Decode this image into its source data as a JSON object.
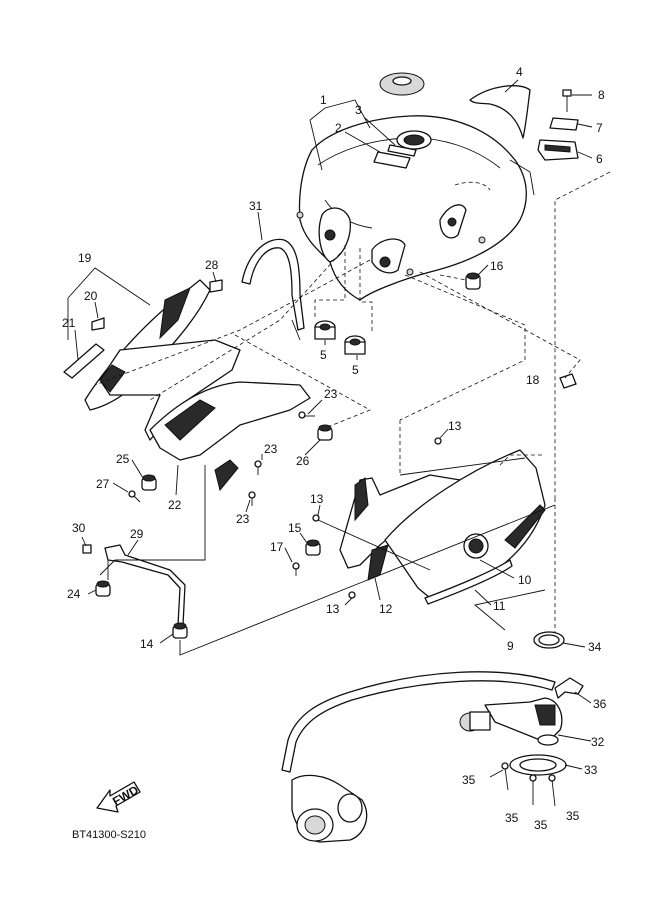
{
  "diagram": {
    "code": "BT41300-S210",
    "fwd_label": "FWD",
    "callouts": [
      {
        "id": "c1",
        "text": "1"
      },
      {
        "id": "c2",
        "text": "2"
      },
      {
        "id": "c3",
        "text": "3"
      },
      {
        "id": "c4",
        "text": "4"
      },
      {
        "id": "c5a",
        "text": "5"
      },
      {
        "id": "c5b",
        "text": "5"
      },
      {
        "id": "c6",
        "text": "6"
      },
      {
        "id": "c7",
        "text": "7"
      },
      {
        "id": "c8",
        "text": "8"
      },
      {
        "id": "c9",
        "text": "9"
      },
      {
        "id": "c10",
        "text": "10"
      },
      {
        "id": "c11",
        "text": "11"
      },
      {
        "id": "c12",
        "text": "12"
      },
      {
        "id": "c13a",
        "text": "13"
      },
      {
        "id": "c13b",
        "text": "13"
      },
      {
        "id": "c13c",
        "text": "13"
      },
      {
        "id": "c14",
        "text": "14"
      },
      {
        "id": "c15",
        "text": "15"
      },
      {
        "id": "c16",
        "text": "16"
      },
      {
        "id": "c17",
        "text": "17"
      },
      {
        "id": "c18",
        "text": "18"
      },
      {
        "id": "c19",
        "text": "19"
      },
      {
        "id": "c20",
        "text": "20"
      },
      {
        "id": "c21",
        "text": "21"
      },
      {
        "id": "c22",
        "text": "22"
      },
      {
        "id": "c23a",
        "text": "23"
      },
      {
        "id": "c23b",
        "text": "23"
      },
      {
        "id": "c23c",
        "text": "23"
      },
      {
        "id": "c24",
        "text": "24"
      },
      {
        "id": "c25",
        "text": "25"
      },
      {
        "id": "c26",
        "text": "26"
      },
      {
        "id": "c27",
        "text": "27"
      },
      {
        "id": "c28",
        "text": "28"
      },
      {
        "id": "c29",
        "text": "29"
      },
      {
        "id": "c30",
        "text": "30"
      },
      {
        "id": "c31",
        "text": "31"
      },
      {
        "id": "c32",
        "text": "32"
      },
      {
        "id": "c33",
        "text": "33"
      },
      {
        "id": "c34",
        "text": "34"
      },
      {
        "id": "c35a",
        "text": "35"
      },
      {
        "id": "c35b",
        "text": "35"
      },
      {
        "id": "c35c",
        "text": "35"
      },
      {
        "id": "c35d",
        "text": "35"
      },
      {
        "id": "c36",
        "text": "36"
      }
    ]
  }
}
